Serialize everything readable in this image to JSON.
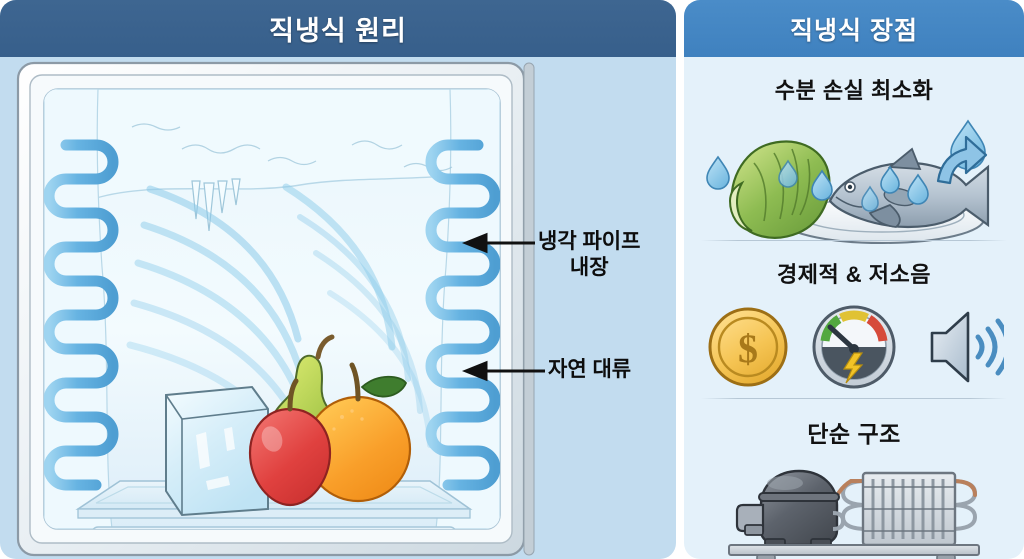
{
  "left_panel": {
    "header_title": "직냉식 원리",
    "header_bg": "#3e6691",
    "panel_bg": "#c2dcef",
    "annotations": [
      {
        "id": "cooling-pipe",
        "line1": "냉각 파이프",
        "line2": "내장"
      },
      {
        "id": "natural-convection",
        "line1": "자연 대류",
        "line2": ""
      }
    ],
    "illustration": {
      "name": "direct-cooling-refrigerator-interior",
      "elements": [
        "frost-covered-inner-walls",
        "serpentine-cooling-pipe-left",
        "serpentine-cooling-pipe-right",
        "cold-air-convection-arcs",
        "icicles",
        "ice-cube",
        "pear",
        "apple",
        "orange",
        "glass-shelf",
        "lower-drawer"
      ],
      "pipe_color": "#6fb6e2",
      "frost_color": "#eaf6fc",
      "convection_color": "#8ccbea"
    }
  },
  "right_panel": {
    "header_title": "직냉식 장점",
    "header_bg": "#4a8cc8",
    "panel_bg": "#e4f1fa",
    "benefits": [
      {
        "id": "moisture-retention",
        "title": "수분 손실 최소화",
        "icons": [
          "cabbage-icon",
          "fish-icon",
          "plate-icon",
          "water-droplet-icon",
          "moisture-up-arrow-icon"
        ]
      },
      {
        "id": "economic-low-noise",
        "title": "경제적 & 저소음",
        "icons": [
          "dollar-coin-icon",
          "energy-gauge-icon",
          "speaker-icon"
        ]
      },
      {
        "id": "simple-structure",
        "title": "단순 구조",
        "icons": [
          "compressor-icon",
          "condenser-coil-icon"
        ]
      }
    ]
  }
}
